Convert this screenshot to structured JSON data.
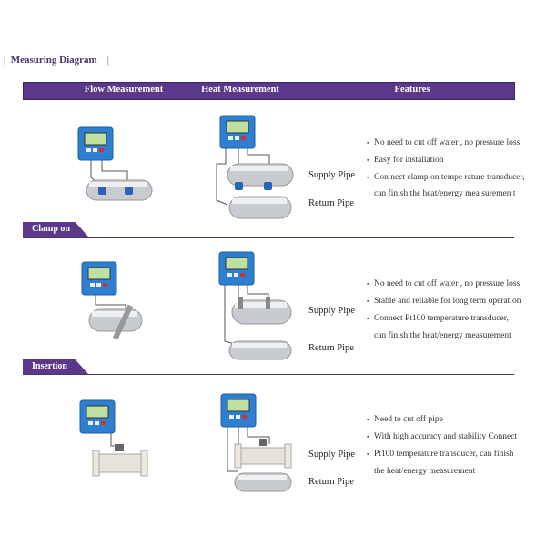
{
  "title": "Measuring Diagram",
  "header": {
    "flow": "Flow Measurement",
    "heat": "Heat Measurement",
    "features": "Features"
  },
  "sections": [
    {
      "label": "Clamp on"
    },
    {
      "label": "Insertion"
    }
  ],
  "rows": [
    {
      "supply": "Supply Pipe",
      "return": "Return Pipe",
      "features": [
        "No need to cut off water , no pressure loss",
        "Easy for installation",
        "Con nect clamp on tempe rature transducer,",
        "can finish the heat/energy mea suremen t"
      ]
    },
    {
      "supply": "Supply  Pipe",
      "return": "Return Pipe",
      "features": [
        "No need to cut off water , no pressure loss",
        "Stable and reliable for long term operation",
        "Connect Pt100  temperature transducer,",
        "can finish the heat/energy measurement"
      ]
    },
    {
      "supply": "Supply Pipe",
      "return": "Return Pipe",
      "features": [
        "Need to cut off pipe",
        "With high accuracy and stability Connect",
        "Pt100 temperature transducer, can finish",
        "the heat/energy measurement"
      ]
    }
  ],
  "colors": {
    "brand": "#5b3889",
    "device": "#2f7fd0",
    "pipe": "#c8ccd0"
  }
}
